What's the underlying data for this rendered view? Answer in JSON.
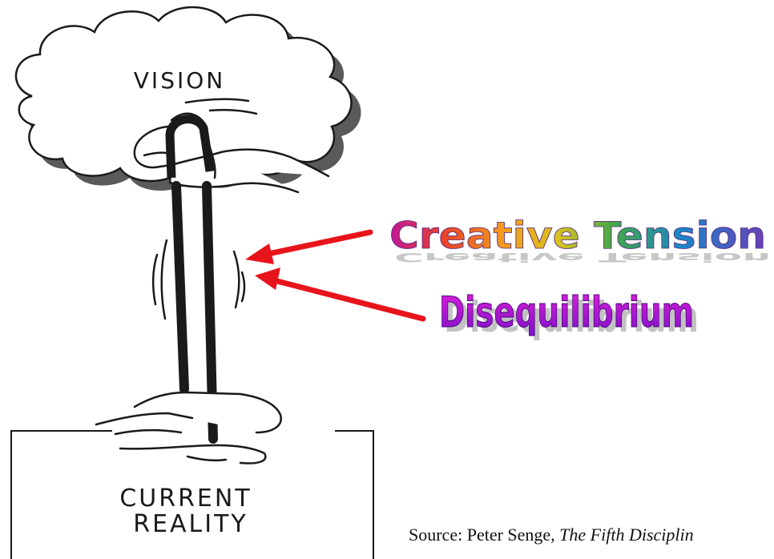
{
  "vision_label": "VISION",
  "reality_label_line1": "CURRENT",
  "reality_label_line2": "REALITY",
  "creative_tension_text": "Creative Tension",
  "disequilibrium_text": "Disequilibrium",
  "source": {
    "prefix": "Source:  Peter Senge, ",
    "title": "The Fifth Disciplin"
  },
  "colors": {
    "arrow": "#e8141b",
    "rainbow": [
      "#c0179a",
      "#e8402a",
      "#f39a1e",
      "#e8d22a",
      "#3fa84a",
      "#1a86c9",
      "#6a3fb5"
    ],
    "disequilibrium_fill_top": "#e020d8",
    "disequilibrium_fill_bottom": "#7a10c8"
  }
}
